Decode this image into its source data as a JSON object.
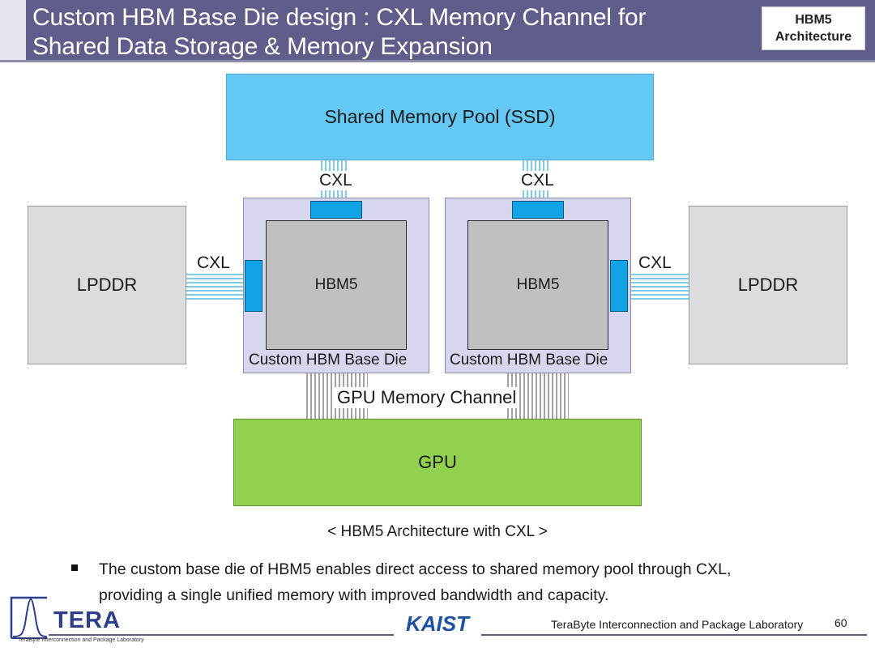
{
  "header": {
    "title_line1": "Custom HBM Base Die design : CXL Memory Channel for",
    "title_line2": "Shared Data Storage & Memory Expansion",
    "tag_line1": "HBM5",
    "tag_line2": "Architecture"
  },
  "diagram": {
    "ssd_label": "Shared Memory Pool (SSD)",
    "lpddr_left": "LPDDR",
    "lpddr_right": "LPDDR",
    "hbm_left": "HBM5",
    "hbm_right": "HBM5",
    "base_die_left": "Custom HBM Base Die",
    "base_die_right": "Custom HBM Base Die",
    "cxl_top_left": "CXL",
    "cxl_top_right": "CXL",
    "cxl_left": "CXL",
    "cxl_right": "CXL",
    "gpu_channel": "GPU Memory Channel",
    "gpu_label": "GPU",
    "caption": "< HBM5 Architecture with CXL >"
  },
  "bullet": {
    "line1": "The custom base die of HBM5 enables direct access to shared memory pool through CXL,",
    "line2": "providing a single unified memory with improved bandwidth and capacity."
  },
  "footer": {
    "tera_logo_text": "TERA",
    "tera_sub": "TeraByte Interconnection and Package Laboratory",
    "kaist_logo_text": "KAIST",
    "lab_name": "TeraByte Interconnection and Package Laboratory",
    "page_number": "60"
  },
  "colors": {
    "header_bg": "#5f5e8a",
    "ssd_fill": "#66c8f5",
    "die_outer": "#d6d6ee",
    "die_inner": "#c0c0c0",
    "port_fill": "#10a4e6",
    "lpddr_fill": "#dcdcdc",
    "gpu_fill": "#92d050",
    "tera_blue": "#2e3e8a"
  }
}
